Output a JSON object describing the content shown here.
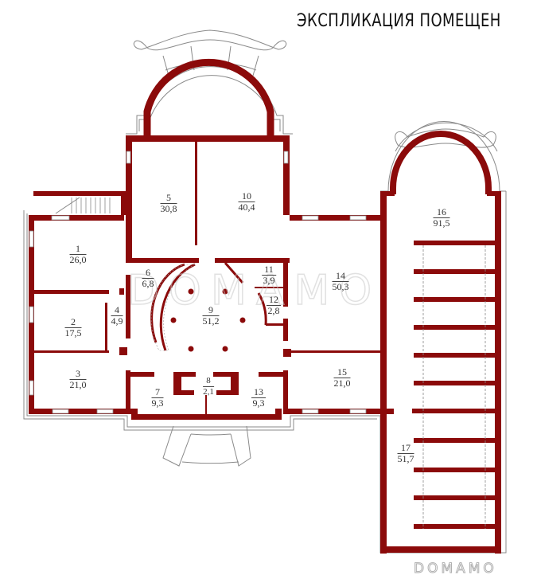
{
  "title": "ЭКСПЛИКАЦИЯ ПОМЕЩЕН",
  "watermark": "DOMAMO",
  "watermark_footer": "DOMAMO",
  "colors": {
    "wall": "#8b0a0a",
    "outline": "#8a8a8a",
    "background": "#ffffff"
  },
  "rooms": [
    {
      "number": "1",
      "area": "26,0"
    },
    {
      "number": "2",
      "area": "17,5"
    },
    {
      "number": "3",
      "area": "21,0"
    },
    {
      "number": "4",
      "area": "4,9"
    },
    {
      "number": "5",
      "area": "30,8"
    },
    {
      "number": "6",
      "area": "6,8"
    },
    {
      "number": "7",
      "area": "9,3"
    },
    {
      "number": "8",
      "area": "2,1"
    },
    {
      "number": "9",
      "area": "51,2"
    },
    {
      "number": "10",
      "area": "40,4"
    },
    {
      "number": "11",
      "area": "3,9"
    },
    {
      "number": "12",
      "area": "2,8"
    },
    {
      "number": "13",
      "area": "9,3"
    },
    {
      "number": "14",
      "area": "50,3"
    },
    {
      "number": "15",
      "area": "21,0"
    },
    {
      "number": "16",
      "area": "91,5"
    },
    {
      "number": "17",
      "area": "51,7"
    }
  ]
}
